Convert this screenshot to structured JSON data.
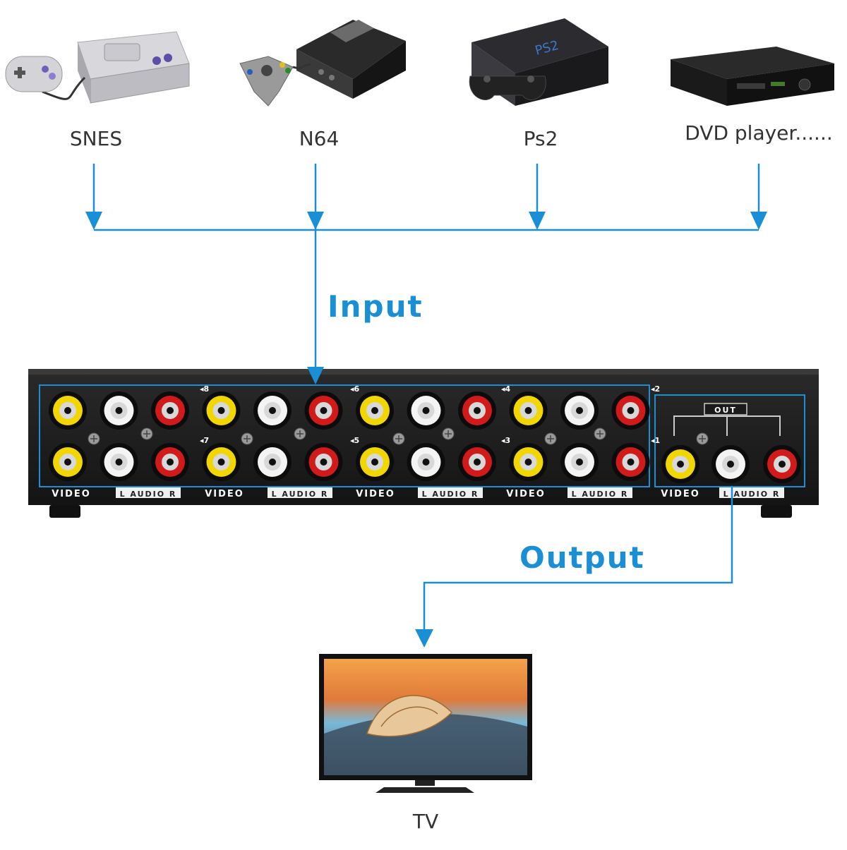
{
  "sources": [
    {
      "label": "SNES"
    },
    {
      "label": "N64"
    },
    {
      "label": "Ps2"
    },
    {
      "label": "DVD player......"
    }
  ],
  "input_label": "Input",
  "output_label": "Output",
  "tv_label": "TV",
  "switch": {
    "group_labels": [
      "VIDEO",
      "L AUDIO R",
      "VIDEO",
      "L AUDIO R",
      "VIDEO",
      "L AUDIO R",
      "VIDEO",
      "L AUDIO R"
    ],
    "out_video_label": "VIDEO",
    "out_audio_label": "L AUDIO R",
    "out_badge": "OUT",
    "channels_top": [
      "8",
      "6",
      "4",
      "2"
    ],
    "channels_bottom": [
      "7",
      "5",
      "3",
      "1"
    ]
  },
  "colors": {
    "accent": "#1a8fd6",
    "jack_yellow": "#f2d600",
    "jack_white": "#f4f4f4",
    "jack_red": "#d11a1a",
    "panel": "#1e1e1e"
  }
}
